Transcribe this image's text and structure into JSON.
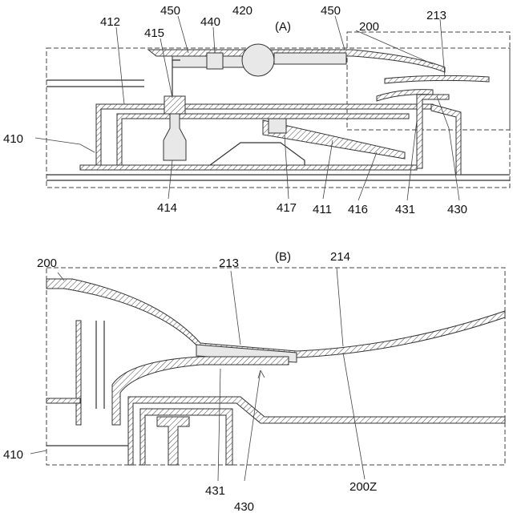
{
  "figure_a": {
    "caption": "(A)",
    "labels": {
      "l450a": "450",
      "l440": "440",
      "l420": "420",
      "l412": "412",
      "l415": "415",
      "l450b": "450",
      "l200": "200",
      "l213": "213",
      "l410": "410",
      "l414": "414",
      "l417": "417",
      "l411": "411",
      "l416": "416",
      "l431": "431",
      "l430": "430"
    }
  },
  "figure_b": {
    "caption": "(B)",
    "labels": {
      "l200": "200",
      "l213": "213",
      "l214": "214",
      "l410": "410",
      "l431": "431",
      "l430": "430",
      "l200z": "200Z"
    }
  }
}
